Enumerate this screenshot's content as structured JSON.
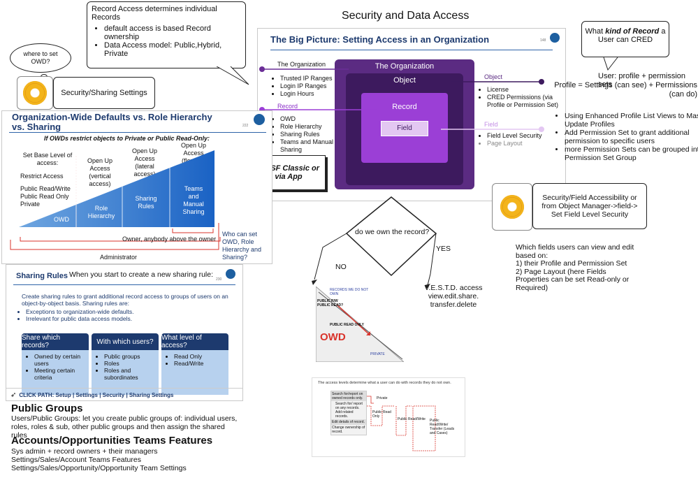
{
  "title": "Security and Data Access",
  "record_access_callout": {
    "heading": "Record Access determines individual Records",
    "bullets": [
      "default access is based Record ownership",
      "Data Access model: Public,Hybrid, Private"
    ]
  },
  "owd_cloud": "where to set OWD?",
  "security_sharing_settings": "Security/Sharing Settings",
  "what_kind_callout": {
    "prefix": "What ",
    "emph": "kind of Record",
    "suffix": " a User can CRED"
  },
  "user_profile": "User: profile + permission sets",
  "profile_eq": "Profile = Settings (can see) + Permissions (can do)",
  "permission_bullets": [
    "Using Enhanced Profile List Views to Mass Update Profiles",
    "Add Permission Set to grant additional permission to specific users",
    "more Permission Sets can be grouped into Permission Set Group"
  ],
  "big_picture": {
    "title": "The Big Picture: Setting Access in an Organization",
    "org_label": "The Organization",
    "org_items": [
      "Trusted IP Ranges",
      "Login IP Ranges",
      "Login Hours"
    ],
    "record_label": "Record",
    "record_items": [
      "OWD",
      "Role Hierarchy",
      "Sharing Rules",
      "Teams and Manual Sharing"
    ],
    "object_label": "Object",
    "object_items": [
      "License",
      "CRED Permissions (via Profile or Permission Set)"
    ],
    "field_label": "Field",
    "field_items": [
      "Field Level Security",
      "Page Layout"
    ],
    "center_org": "The Organization",
    "center_object": "Object",
    "center_record": "Record",
    "center_field": "Field",
    "page_num": "148"
  },
  "via_sf": "via SF Classic or via App",
  "field_security": "Security/Field Accessibility or from Object Manager->field-> Set Field Level Security",
  "fields_note": {
    "intro": "Which fields users can view and edit based on:",
    "lines": [
      "1) their Profile and Permission Set",
      "2) Page Layout (here Fields Properties can be set Read-only or Required)"
    ]
  },
  "owd_slide": {
    "title": "Organization-Wide Defaults vs. Role Hierarchy vs. Sharing",
    "subtitle": "If OWDs restrict objects to Private or Public Read-Only:",
    "set_base": "Set Base Level of access:",
    "restrict": "Restrict Access",
    "levels": "Public Read/Write Public Read Only Private",
    "open_up_vertical": "Open Up Access (vertical access)",
    "open_up_lateral": "Open Up Access (lateral access)",
    "open_up_flexible": "Open Up Access (flexible)",
    "owd": "OWD",
    "role_hierarchy": "Role Hierarchy",
    "sharing_rules": "Sharing Rules",
    "teams_manual": "Teams and Manual Sharing",
    "owner_above": "Owner, anybody above the owner",
    "administrator": "Administrator",
    "who_can_set": "Who can set OWD, Role Hierarchy and Sharing?",
    "page_num": "222"
  },
  "decision": {
    "question": "do we own the record?",
    "yes": "YES",
    "no": "NO",
    "vestd": "V.E.S.T.D. access view.edit.share. transfer.delete"
  },
  "owd_diagram": {
    "records_not_own": "RECORDS WE DO NOT OWN",
    "public_rw": "PUBLIC R/W PUBLIC READ?",
    "public_ro": "PUBLIC READ ONLY",
    "owd": "OWD",
    "private": "PRIVATE"
  },
  "sharing_slide": {
    "title": "Sharing Rules",
    "note": "When you start to create a new sharing rule:",
    "body": "Create sharing rules to grant additional record access to groups of users on an object-by-object basis. Sharing rules are:",
    "bullets": [
      "Exceptions to organization-wide defaults.",
      "Irrelevant for public data access models."
    ],
    "boxes": [
      {
        "head": "Share which records?",
        "items": [
          "Owned by certain users",
          "Meeting certain criteria"
        ]
      },
      {
        "head": "With which users?",
        "items": [
          "Public groups",
          "Roles",
          "Roles and subordinates"
        ]
      },
      {
        "head": "What level of access?",
        "items": [
          "Read Only",
          "Read/Write"
        ]
      }
    ],
    "click_path": "CLICK PATH: Setup | Settings | Security | Sharing Settings",
    "page_num": "230"
  },
  "access_table": {
    "caption": "The access levels determine what a user can do with records they do not own.",
    "rows": [
      "Search for/report on owned records only.",
      "Search for/ report on any records.",
      "Add related records.",
      "Edit details of record.",
      "Change ownership of record."
    ],
    "levels": [
      "Private",
      "Public Read Only",
      "Public Read/Write",
      "Public Read/Write/ Transfer (Leads and Cases)"
    ]
  },
  "public_groups": {
    "heading": "Public Groups",
    "text": "Users/Public Groups: let you create public groups of: individual users, roles, roles & sub, other public groups and then assign the shared rules"
  },
  "teams": {
    "heading": "Accounts/Opportunities Teams Features",
    "lines": [
      "Sys admin + record owners + their managers",
      "Settings/Sales/Account Teams Features",
      "Settings/Sales/Opportunity/Opportunity Team Settings"
    ]
  }
}
